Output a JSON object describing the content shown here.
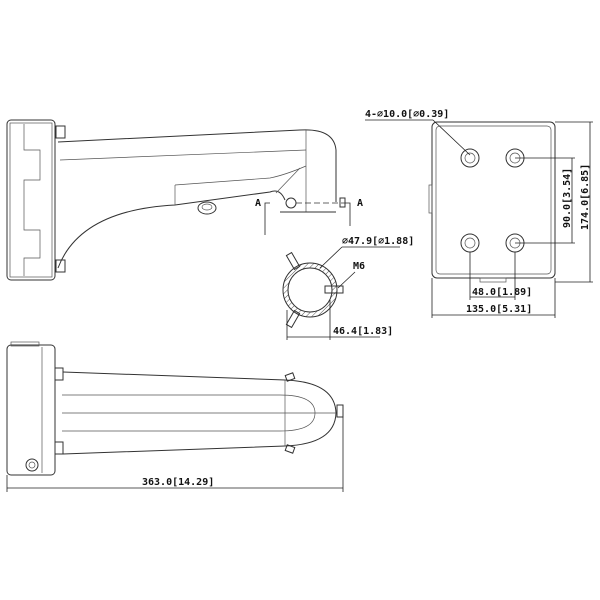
{
  "dimensions": {
    "hole_spec": "4-⌀10.0[⌀0.39]",
    "hole_vertical_spacing": "90.0[3.54]",
    "plate_height": "174.0[6.85]",
    "hole_horizontal_spacing": "48.0[1.89]",
    "plate_width": "135.0[5.31]",
    "pipe_diameter": "⌀47.9[⌀1.88]",
    "screw": "M6",
    "pipe_offset": "46.4[1.83]",
    "total_length": "363.0[14.29]"
  },
  "section_labels": [
    "A",
    "A"
  ]
}
